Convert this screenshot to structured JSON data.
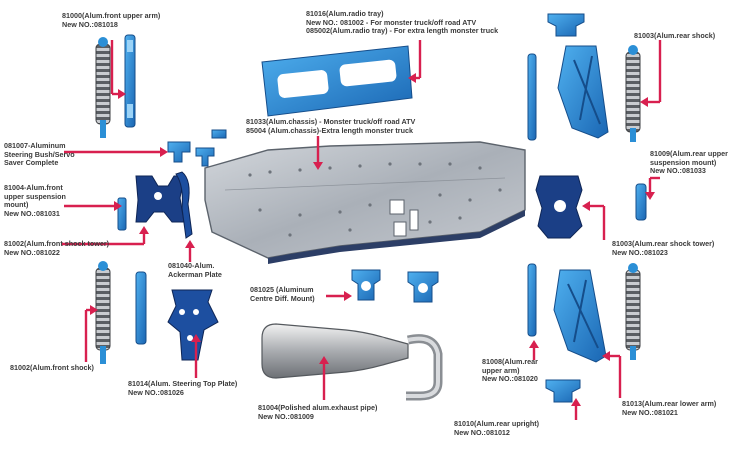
{
  "colors": {
    "pointer": "#d8204f",
    "part_blue": "#2b8fd6",
    "part_blue_dark": "#1a5fa8",
    "chassis": "#b8bec6",
    "shock_body": "#7a7f86",
    "label_text": "#3a3a3a"
  },
  "labels": {
    "front_upper_arm": {
      "line1": "81000(Alum.front upper arm)",
      "line2": "New NO.:081018"
    },
    "radio_tray": {
      "line1": "81016(Alum.radio tray)",
      "line2": "New NO.: 081002  -  For monster truck/off road ATV",
      "line3": "085002(Alum.radio tray)  -  For extra length monster truck"
    },
    "rear_shock": {
      "line1": "81003(Alum.rear shock)"
    },
    "steering": {
      "line1": "081007-Aluminum",
      "line2": "Steering Bush/Servo",
      "line3": "Saver Complete"
    },
    "chassis": {
      "line1": "81033(Alum.chassis) - Monster truck/off road ATV",
      "line2": "85004 (Alum.chassis)-Extra length monster truck"
    },
    "rear_upper_suspension": {
      "line1": "81009(Alum.rear upper",
      "line2": "suspension mount)",
      "line3": "New NO.:081033"
    },
    "front_upper_suspension": {
      "line1": "81004-Alum.front",
      "line2": "upper suspension",
      "line3": "mount)",
      "line4": "New NO.:081031"
    },
    "rear_shock_tower": {
      "line1": "81003(Alum.rear shock tower)",
      "line2": "New NO.:081023"
    },
    "front_shock_tower": {
      "line1": "81002(Alum.front shock tower)",
      "line2": "New NO.:081022"
    },
    "ackerman": {
      "line1": "081040-Alum.",
      "line2": "Ackerman Plate"
    },
    "centre_diff": {
      "line1": "081025 (Aluminum",
      "line2": "Centre Diff. Mount)"
    },
    "front_shock": {
      "line1": "81002(Alum.front shock)"
    },
    "rear_upper_arm": {
      "line1": "81008(Alum.rear",
      "line2": "upper arm)",
      "line3": "New NO.:081020"
    },
    "steering_top_plate": {
      "line1": "81014(Alum. Steering Top Plate)",
      "line2": "New NO.:081026"
    },
    "exhaust": {
      "line1": "81004(Polished alum.exhaust pipe)",
      "line2": "New NO.:081009"
    },
    "rear_lower_arm": {
      "line1": "81013(Alum.rear lower arm)",
      "line2": "New NO.:081021"
    },
    "rear_upright": {
      "line1": "81010(Alum.rear upright)",
      "line2": "New NO.:081012"
    }
  }
}
